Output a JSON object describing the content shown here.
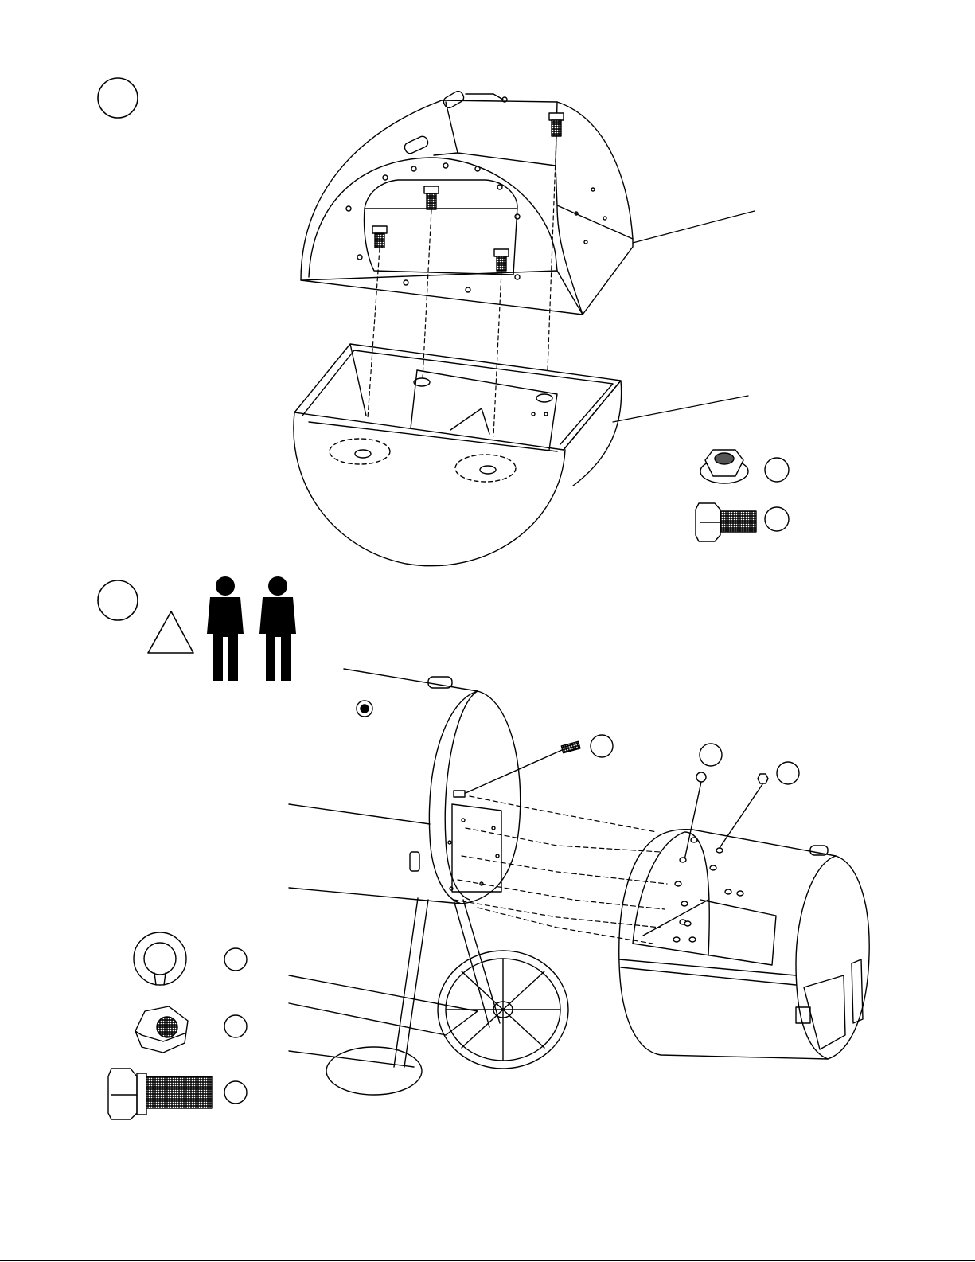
{
  "document": {
    "type": "assembly-instructions",
    "steps": [
      {
        "step_marker": "",
        "figure": "firebox-halves-bolt-assembly"
      },
      {
        "step_marker": "",
        "figure": "firebox-to-cooking-chamber-assembly",
        "two_person_required": true,
        "warning": true
      }
    ],
    "hardware_step_1": [
      {
        "part": "flange-nut",
        "callout": ""
      },
      {
        "part": "hex-bolt",
        "callout": ""
      }
    ],
    "hardware_step_2": [
      {
        "part": "lock-washer",
        "callout": ""
      },
      {
        "part": "hex-nut",
        "callout": ""
      },
      {
        "part": "hex-bolt",
        "callout": ""
      }
    ],
    "colors": {
      "ink": "#000000",
      "paper": "#ffffff"
    }
  }
}
